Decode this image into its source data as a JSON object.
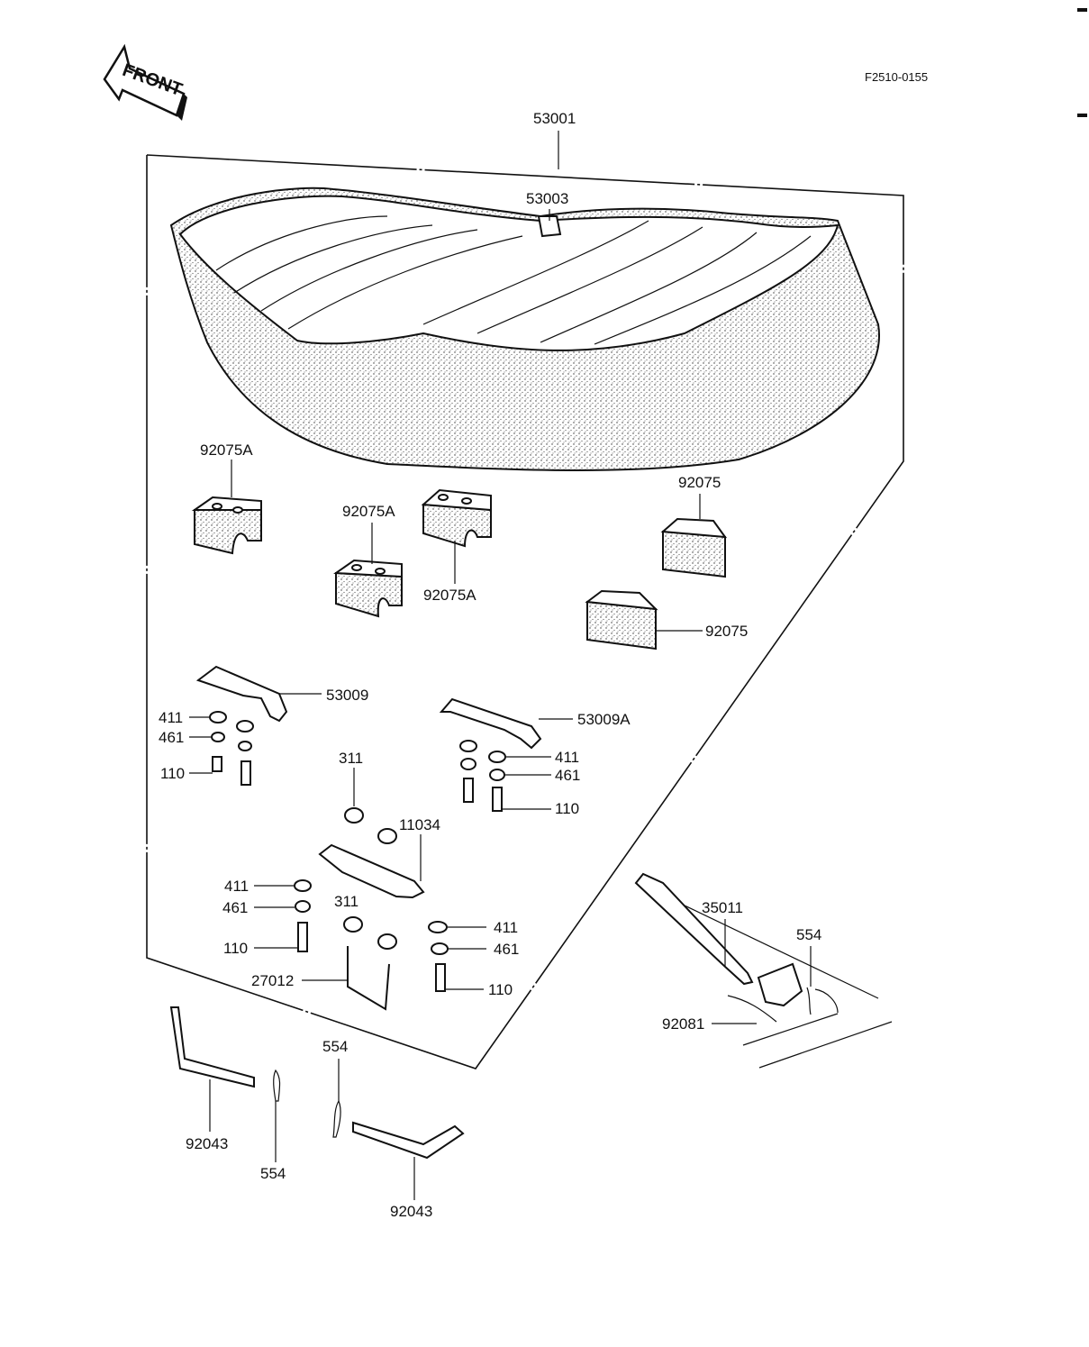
{
  "header": {
    "code": "F2510-0155",
    "front_label": "FRONT"
  },
  "callouts": {
    "seat": "53001",
    "strap": "53003",
    "damper_a_1": "92075A",
    "damper_a_2": "92075A",
    "damper_a_3": "92075A",
    "damper_1": "92075",
    "damper_2": "92075",
    "bracket": "53009",
    "bracket_a": "53009A",
    "washer_l1": "411",
    "lockwasher_l1": "461",
    "bolt_l1": "110",
    "nut_c1": "311",
    "bracket_c": "11034",
    "washer_r1": "411",
    "lockwasher_r1": "461",
    "bolt_r1": "110",
    "washer_l2": "411",
    "lockwasher_l2": "461",
    "nut_c2": "311",
    "bolt_l2": "110",
    "ubolt": "27012",
    "washer_r2": "411",
    "lockwasher_r2": "461",
    "bolt_r2": "110",
    "rod": "35011",
    "pin_r": "554",
    "spring": "92081",
    "pin_c": "554",
    "pin_l": "554",
    "shaft_l": "92043",
    "shaft_r": "92043"
  }
}
